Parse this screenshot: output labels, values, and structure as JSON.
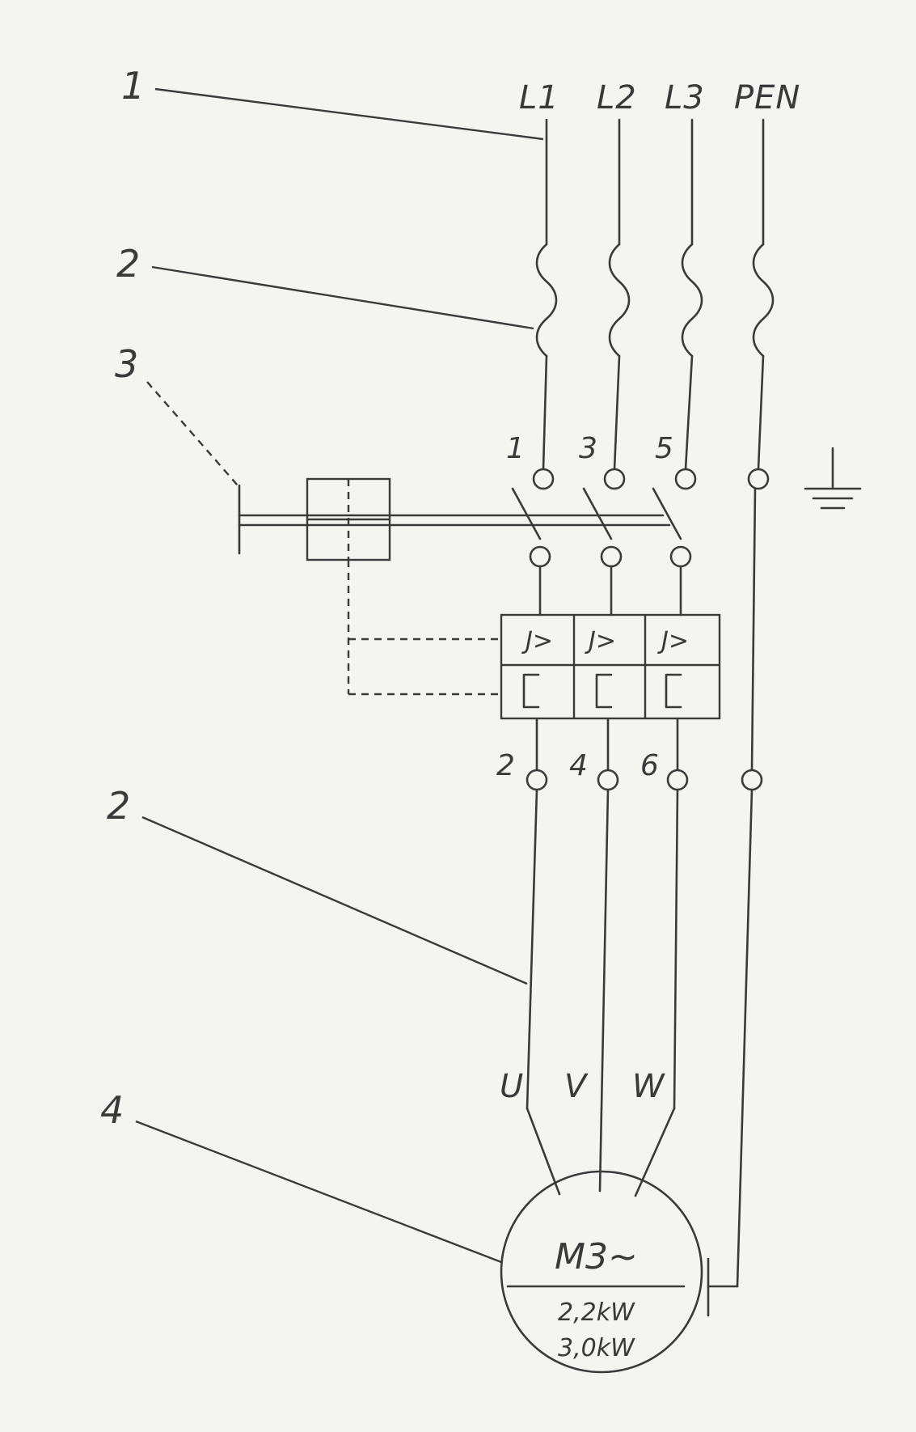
{
  "callouts": {
    "c1": "1",
    "c2_top": "2",
    "c3": "3",
    "c2_bottom": "2",
    "c4": "4"
  },
  "phases": {
    "l1": "L1",
    "l2": "L2",
    "l3": "L3",
    "pen": "PEN"
  },
  "terminals": {
    "t1": "1",
    "t3": "3",
    "t5": "5",
    "t2": "2",
    "t4": "4",
    "t6": "6"
  },
  "relay_labels": [
    "J>",
    "J>",
    "J>"
  ],
  "motor_leads": {
    "u": "U",
    "v": "V",
    "w": "W"
  },
  "motor": {
    "title": "M3~",
    "rating_1": "2,2kW",
    "rating_2": "3,0kW"
  },
  "colors": {
    "ink": "#3a3a3a",
    "paper": "#f4f4f1"
  }
}
